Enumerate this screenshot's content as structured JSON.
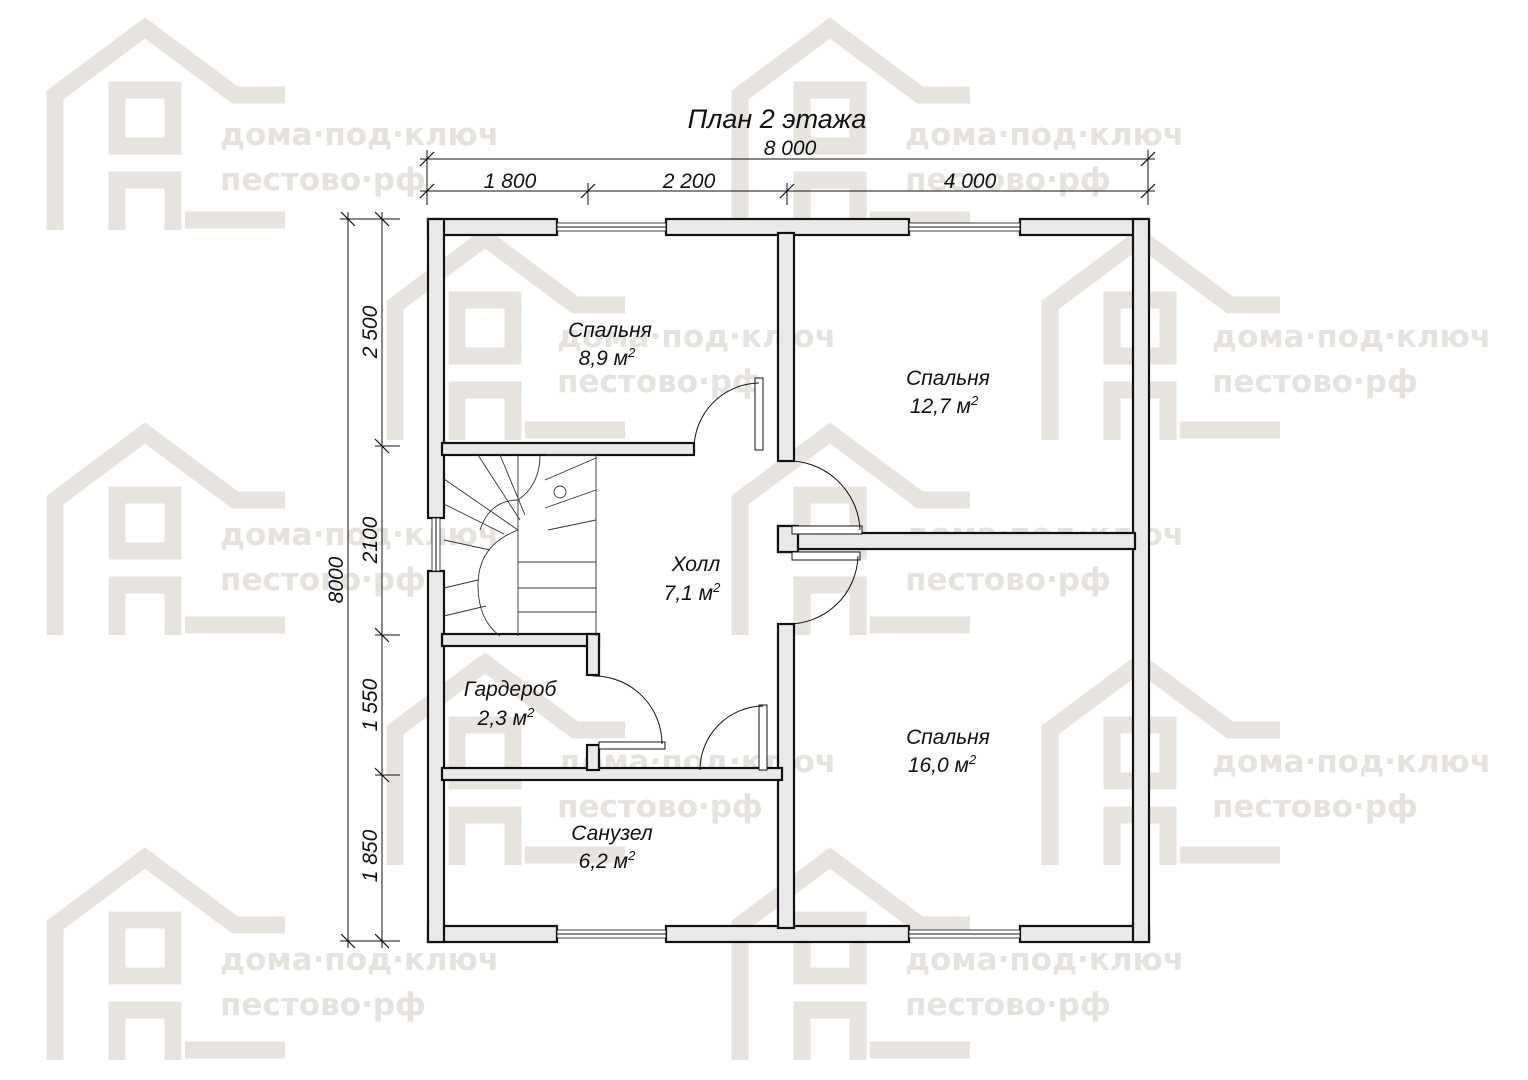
{
  "plan": {
    "title": "План 2 этажа",
    "dimensions": {
      "top_total": "8 000",
      "top_segments": [
        "1 800",
        "2 200",
        "4 000"
      ],
      "left_total": "8000",
      "left_segments": [
        "2 500",
        "2100",
        "1 550",
        "1 850"
      ]
    },
    "rooms": [
      {
        "name": "Спальня",
        "area": "8,9 м",
        "sup": "2"
      },
      {
        "name": "Спальня",
        "area": "12,7 м",
        "sup": "2"
      },
      {
        "name": "Холл",
        "area": "7,1 м",
        "sup": "2"
      },
      {
        "name": "Гардероб",
        "area": "2,3 м",
        "sup": "2"
      },
      {
        "name": "Санузел",
        "area": "6,2 м",
        "sup": "2"
      },
      {
        "name": "Спальня",
        "area": "16,0 м",
        "sup": "2"
      }
    ]
  },
  "watermark": {
    "line1": "дома·под·ключ",
    "line2": "пестово·рф",
    "icon": "house-icon",
    "color": "#e0dbd5"
  }
}
